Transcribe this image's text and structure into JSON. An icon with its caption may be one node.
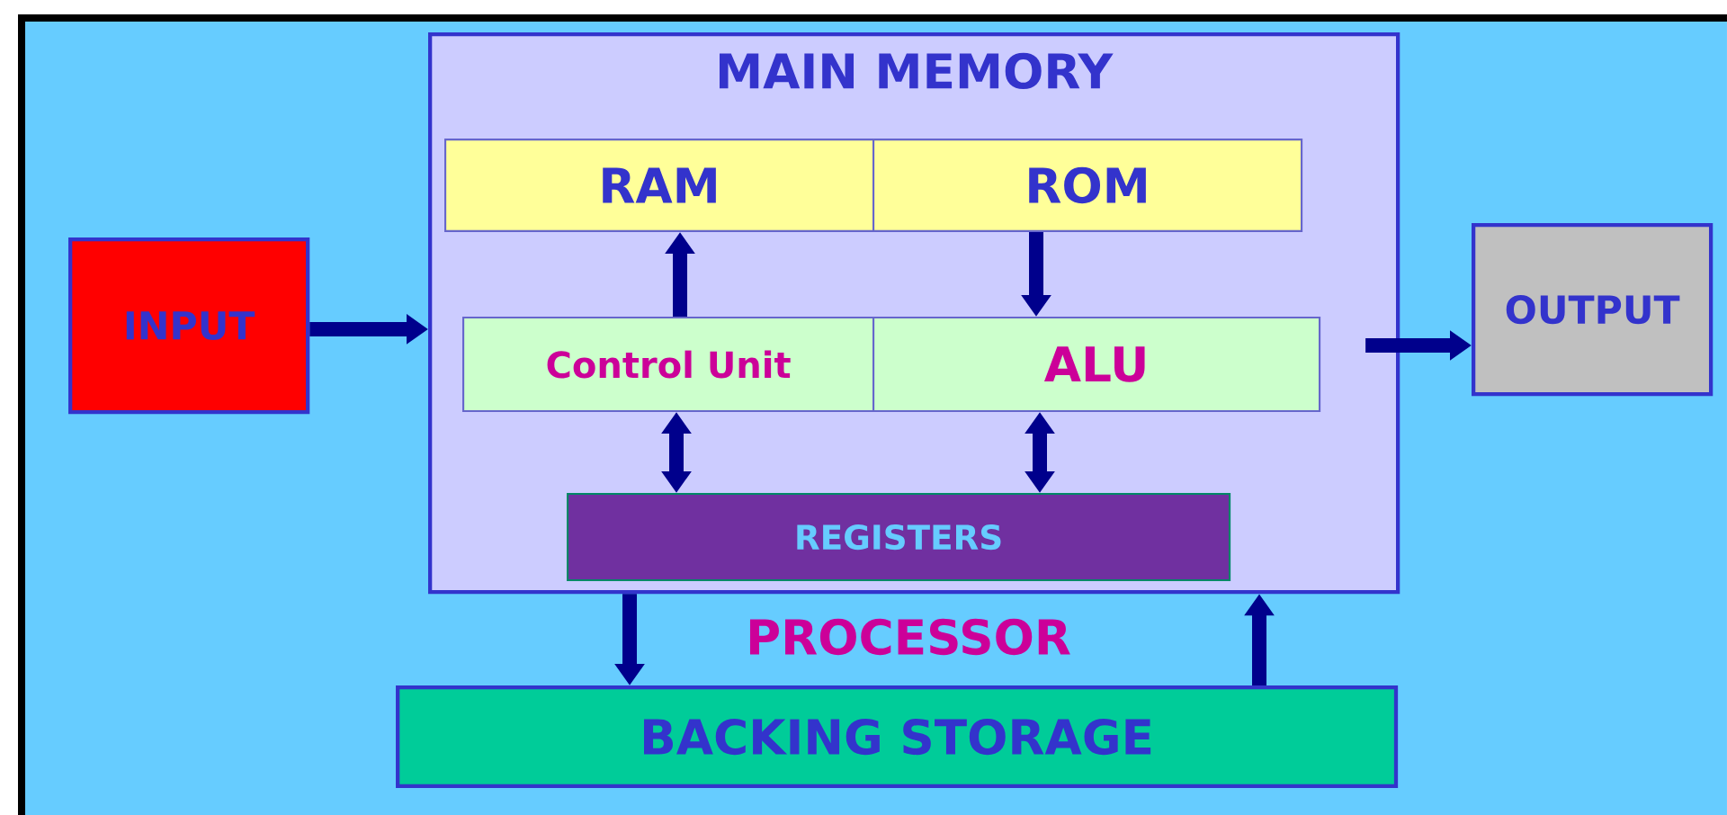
{
  "diagram": {
    "nodes": [
      {
        "text": [
          "MAIN MEMORY"
        ]
      },
      {
        "text": [
          "RAM"
        ],
        "in": 0
      },
      {
        "text": [
          "ROM"
        ],
        "in": 0
      },
      {
        "text": [
          "Control Unit"
        ],
        "in": 0
      },
      {
        "text": [
          "ALU"
        ],
        "in": 0
      },
      {
        "text": [
          "REGISTERS"
        ],
        "in": 0
      },
      {
        "text": [
          "INPUT"
        ]
      },
      {
        "text": [
          "OUTPUT"
        ]
      },
      {
        "text": [
          "BACKING STORAGE"
        ]
      }
    ],
    "edges": [
      {
        "from": 6,
        "to": 0,
        "arrow": "to"
      },
      {
        "from": 3,
        "to": 1,
        "arrow": "to"
      },
      {
        "from": 2,
        "to": 4,
        "arrow": "to"
      },
      {
        "from": 3,
        "to": 5,
        "arrow": "both"
      },
      {
        "from": 4,
        "to": 5,
        "arrow": "both"
      },
      {
        "from": 4,
        "to": 7,
        "arrow": "to"
      },
      {
        "from": 0,
        "to": 8,
        "arrow": "to"
      },
      {
        "from": 8,
        "to": 0,
        "arrow": "to"
      }
    ],
    "labels": [
      "PROCESSOR"
    ]
  }
}
